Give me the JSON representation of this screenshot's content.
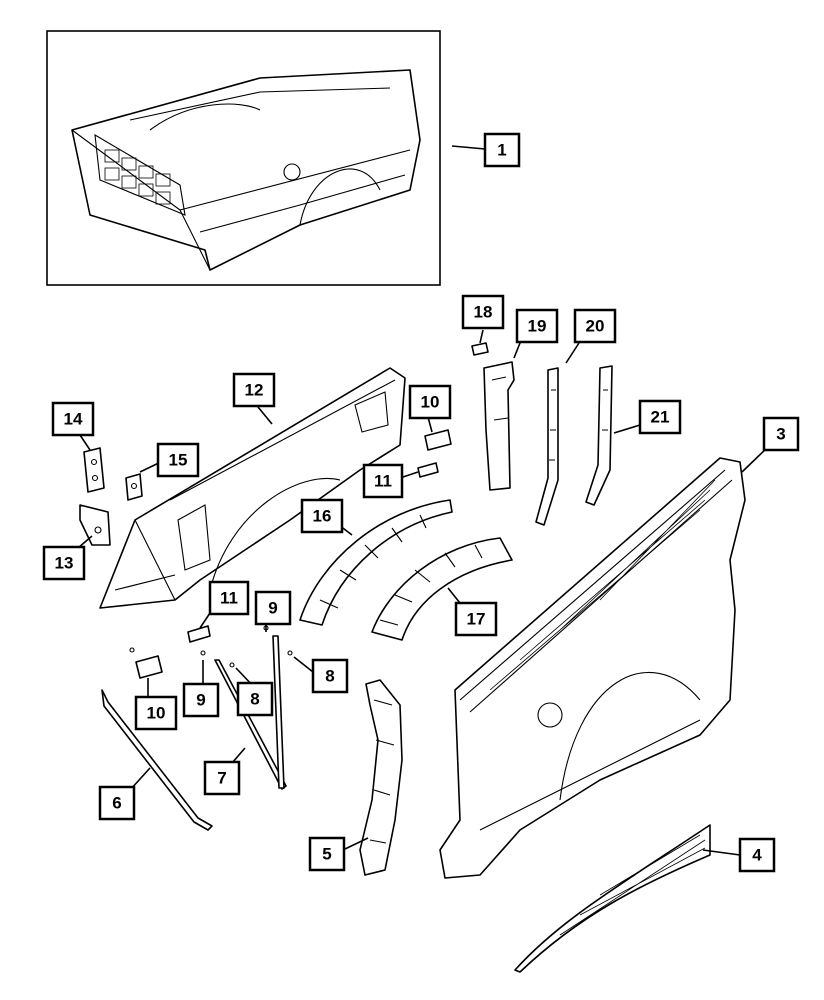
{
  "callouts": [
    {
      "id": "c1",
      "label": "1"
    },
    {
      "id": "c2",
      "label": "3"
    },
    {
      "id": "c3",
      "label": "4"
    },
    {
      "id": "c4",
      "label": "5"
    },
    {
      "id": "c5",
      "label": "6"
    },
    {
      "id": "c6",
      "label": "7"
    },
    {
      "id": "c7",
      "label": "8"
    },
    {
      "id": "c8",
      "label": "8"
    },
    {
      "id": "c9",
      "label": "9"
    },
    {
      "id": "c10",
      "label": "9"
    },
    {
      "id": "c11",
      "label": "10"
    },
    {
      "id": "c12",
      "label": "10"
    },
    {
      "id": "c13",
      "label": "11"
    },
    {
      "id": "c14",
      "label": "11"
    },
    {
      "id": "c15",
      "label": "12"
    },
    {
      "id": "c16",
      "label": "13"
    },
    {
      "id": "c17",
      "label": "14"
    },
    {
      "id": "c18",
      "label": "15"
    },
    {
      "id": "c19",
      "label": "16"
    },
    {
      "id": "c20",
      "label": "17"
    },
    {
      "id": "c21",
      "label": "18"
    },
    {
      "id": "c22",
      "label": "19"
    },
    {
      "id": "c23",
      "label": "20"
    },
    {
      "id": "c24",
      "label": "21"
    }
  ]
}
